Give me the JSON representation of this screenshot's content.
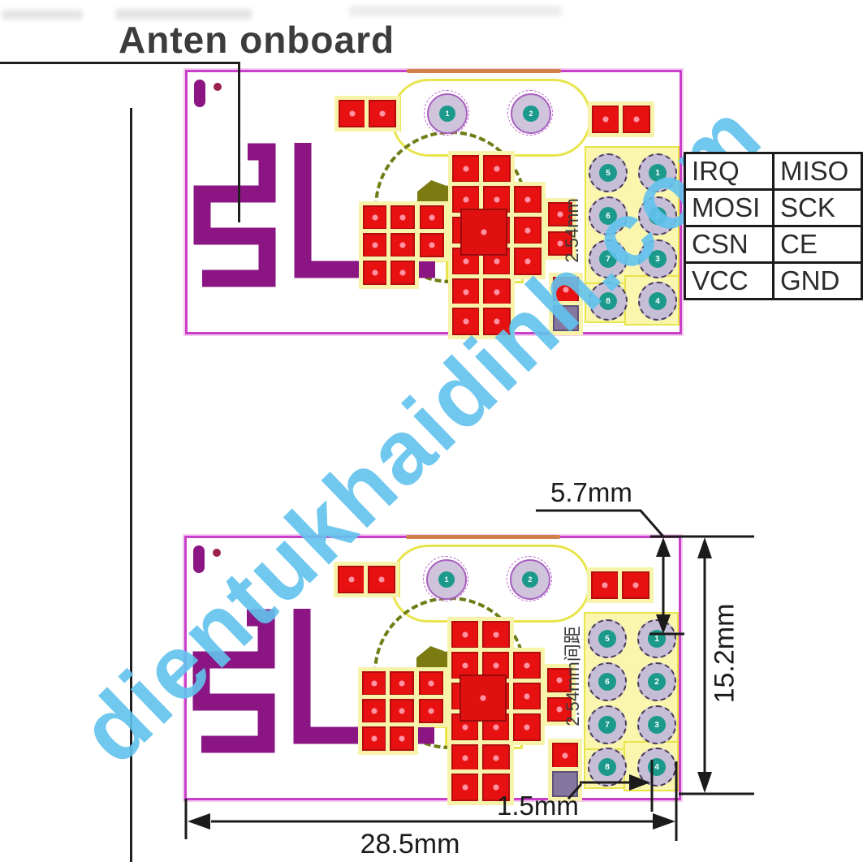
{
  "header": {
    "title": "Anten onboard"
  },
  "watermark": {
    "text": "dientukhaidinh.com",
    "color": "#62c3ee"
  },
  "pin_table": {
    "rows": [
      [
        "IRQ",
        "MISO"
      ],
      [
        "MOSI",
        "SCK"
      ],
      [
        "CSN",
        "CE"
      ],
      [
        "VCC",
        "GND"
      ]
    ]
  },
  "board_top": {
    "pitch_label": "2.54mm",
    "pin_numbers": [
      [
        "5",
        "1"
      ],
      [
        "6",
        "2"
      ],
      [
        "7",
        "3"
      ],
      [
        "8",
        "4"
      ]
    ],
    "mount_hole_numbers": [
      "1",
      "2"
    ]
  },
  "board_bottom": {
    "pitch_label": "2.54mm间距",
    "pin_numbers": [
      [
        "5",
        "1"
      ],
      [
        "6",
        "2"
      ],
      [
        "7",
        "3"
      ],
      [
        "8",
        "4"
      ]
    ],
    "mount_hole_numbers": [
      "1",
      "2"
    ]
  },
  "dimensions": {
    "top_offset": "5.7mm",
    "height": "15.2mm",
    "edge_offset": "1.5mm",
    "width": "28.5mm"
  },
  "colors": {
    "board_outline": "#c93fc9",
    "antenna_trace": "#8a1583",
    "smd_pad": "#e81111",
    "silkscreen": "#e8e44c",
    "hole_plating": "#1b9a8c",
    "watermark": "#62c3ee",
    "dimension_lines": "#1b1b1b"
  }
}
